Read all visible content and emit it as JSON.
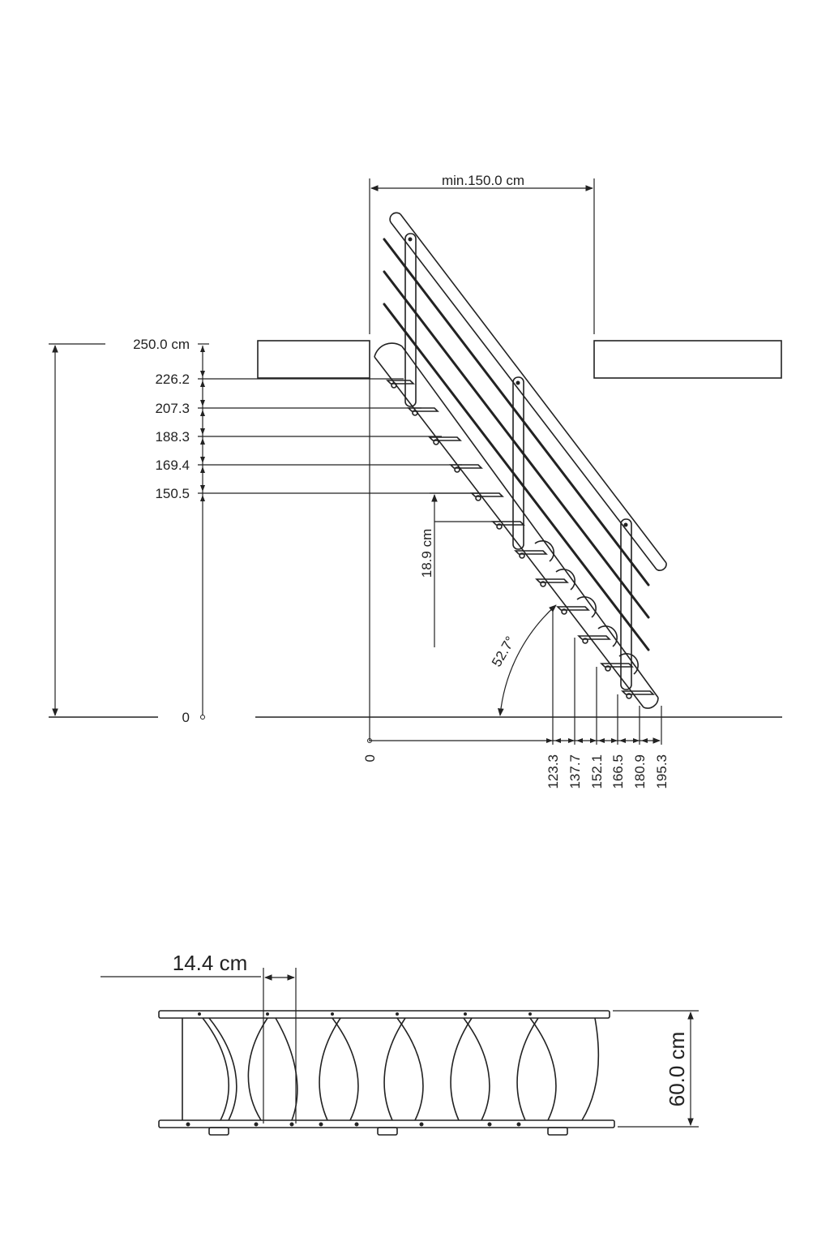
{
  "side_view": {
    "top_width_label": "min.150.0 cm",
    "height_labels": [
      "250.0 cm",
      "226.2",
      "207.3",
      "188.3",
      "169.4",
      "150.5",
      "0"
    ],
    "rise_label": "18.9 cm",
    "angle_label": "52.7°",
    "x_origin_label": "0",
    "x_labels": [
      "123.3",
      "137.7",
      "152.1",
      "166.5",
      "180.9",
      "195.3"
    ]
  },
  "top_view": {
    "tread_offset_label": "14.4 cm",
    "width_label": "60.0 cm"
  }
}
